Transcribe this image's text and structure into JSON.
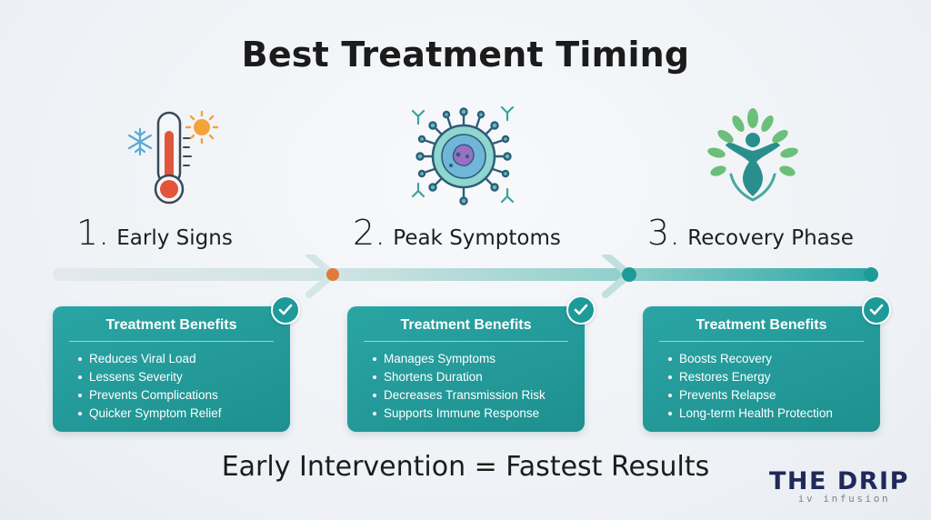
{
  "title": "Best Treatment Timing",
  "stages": [
    {
      "number": "1.",
      "name": "Early Signs",
      "icon": "thermometer-snowflake-sun-icon",
      "card": {
        "title": "Treatment Benefits",
        "items": [
          "Reduces Viral Load",
          "Lessens Severity",
          "Prevents Complications",
          "Quicker Symptom Relief"
        ]
      }
    },
    {
      "number": "2.",
      "name": "Peak Symptoms",
      "icon": "virus-antibody-icon",
      "card": {
        "title": "Treatment Benefits",
        "items": [
          "Manages Symptoms",
          "Shortens Duration",
          "Decreases Transmission Risk",
          "Supports Immune Response"
        ]
      }
    },
    {
      "number": "3.",
      "name": "Recovery Phase",
      "icon": "wellness-figure-leaves-icon",
      "card": {
        "title": "Treatment Benefits",
        "items": [
          "Boosts Recovery",
          "Restores Energy",
          "Prevents Relapse",
          "Long-term Health Protection"
        ]
      }
    }
  ],
  "tagline": "Early Intervention = Fastest Results",
  "brand": {
    "name": "THE DRIP",
    "subtitle": "iv infusion"
  },
  "colors": {
    "teal": "#1e9a99",
    "teal_light": "#2aa5a4",
    "thermometer_red": "#e2553a",
    "brand_navy": "#1f2a5a",
    "timeline_dot_orange": "#e07a3a"
  }
}
